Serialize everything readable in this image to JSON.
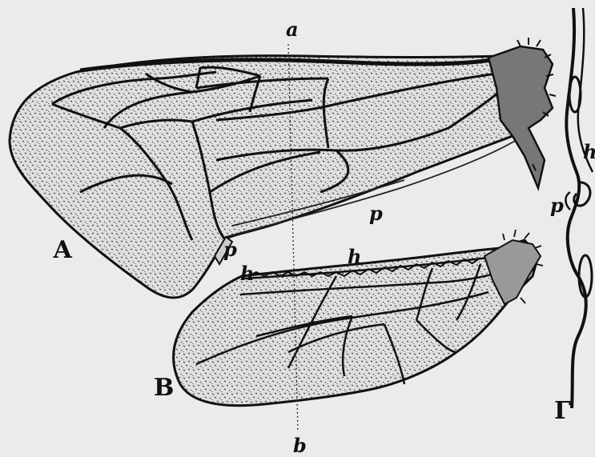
{
  "figure": {
    "labels": {
      "forewing": "А",
      "hindwing": "В",
      "hook_detail": "Г",
      "axis_top": "a",
      "axis_bottom": "b",
      "fold_forewing_1": "p",
      "fold_forewing_2": "p",
      "fold_detail": "p",
      "hooks_1": "h",
      "hooks_2": "h",
      "hooks_detail": "h"
    },
    "colors": {
      "paper": "#ebebeb",
      "membrane": "#dcdcdc",
      "ink": "#111111"
    }
  }
}
